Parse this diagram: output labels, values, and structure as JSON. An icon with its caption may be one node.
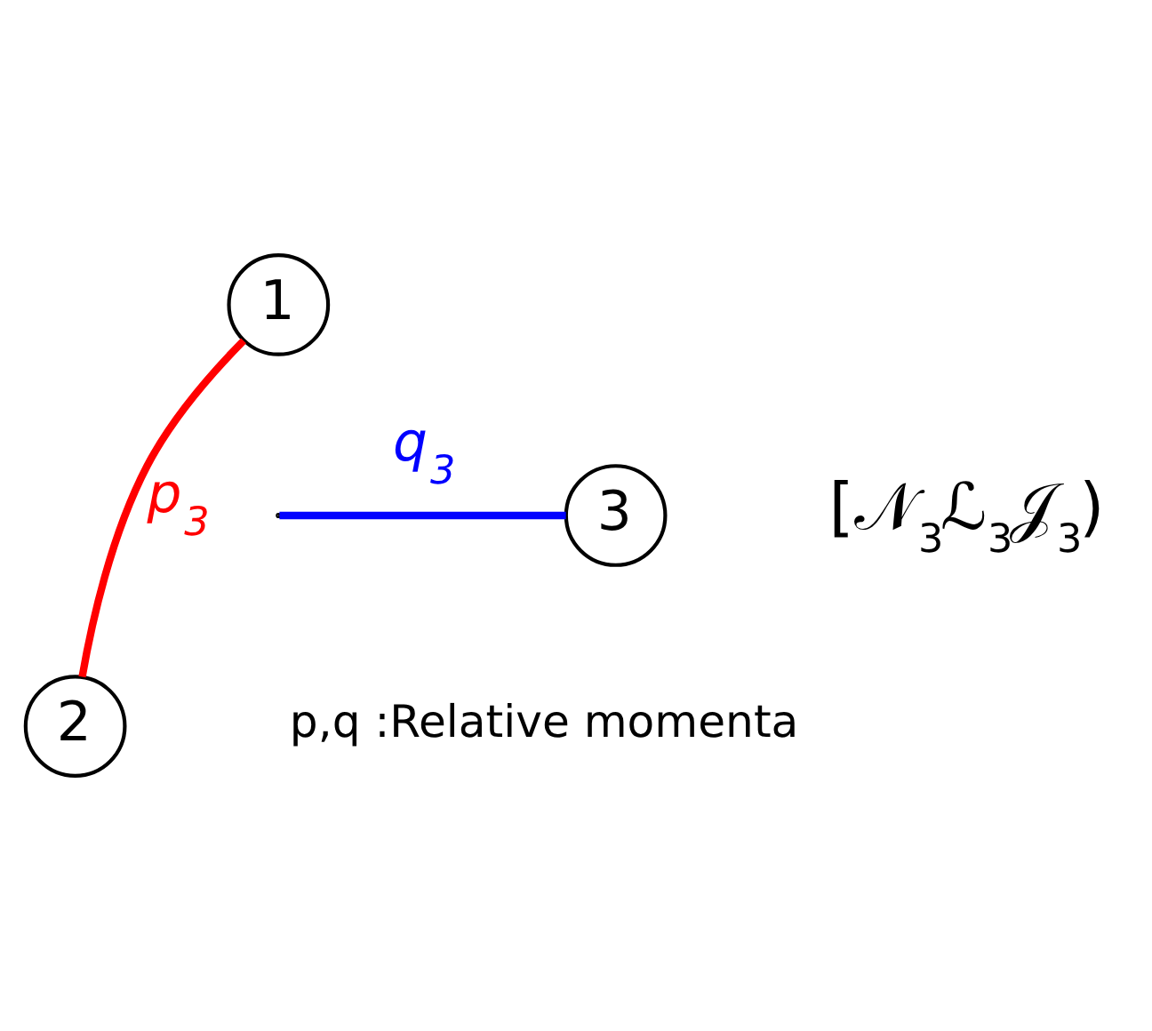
{
  "diagram": {
    "nodes": [
      {
        "text": [
          "1"
        ]
      },
      {
        "text": [
          "2"
        ]
      },
      {
        "text": [
          "3"
        ]
      }
    ],
    "edges": [
      {
        "from": 0,
        "to": 1,
        "arrow": "none",
        "label": "p$_{3}$",
        "color": "#ff0000"
      },
      {
        "from": null,
        "to": 2,
        "arrow": "none",
        "label": "q$_{3}$",
        "color": "#0000ff"
      }
    ],
    "labels": [
      "[𝒩$_{3}$ℒ$_{3}$𝒥$_{3}$)",
      "p,q :Relative momenta"
    ]
  }
}
